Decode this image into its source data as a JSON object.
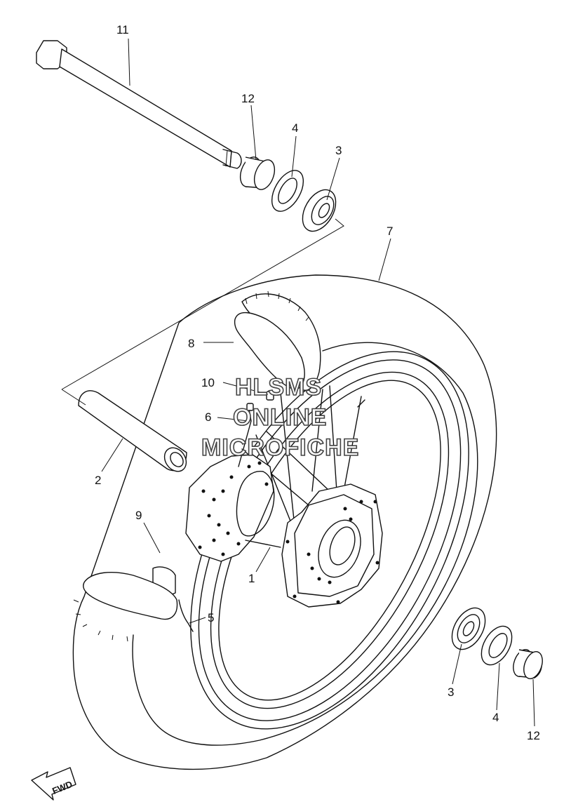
{
  "diagram": {
    "part_labels": {
      "p1": "1",
      "p2": "2",
      "p3a": "3",
      "p3b": "3",
      "p4a": "4",
      "p4b": "4",
      "p5": "5",
      "p6": "6",
      "p7": "7",
      "p8": "8",
      "p9": "9",
      "p10": "10",
      "p11": "11",
      "p12a": "12",
      "p12b": "12"
    },
    "watermark": {
      "line1": "HLSMS",
      "line2": "ONLINE",
      "line3": "MICROFICHE"
    },
    "direction_arrow": {
      "label": "FWD",
      "icon": "fwd-arrow-icon"
    },
    "colors": {
      "line": "#111111",
      "background": "#ffffff"
    }
  }
}
